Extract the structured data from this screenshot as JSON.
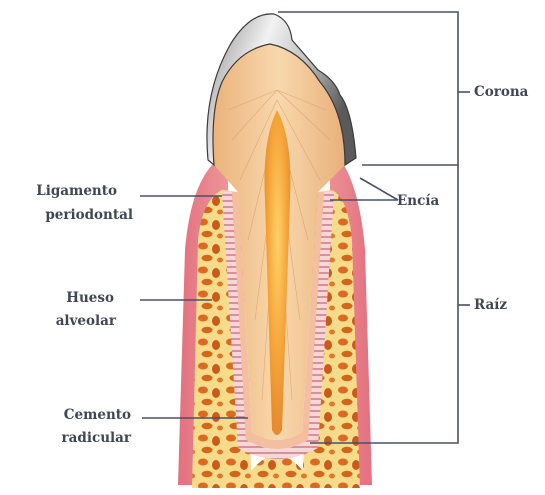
{
  "labels": {
    "corona": "Corona",
    "raiz": "Raíz",
    "encia": "Encía",
    "ligamento_line1": "Ligamento",
    "ligamento_line2": "periodontal",
    "hueso_line1": "Hueso",
    "hueso_line2": "alveolar",
    "cemento_line1": "Cemento",
    "cemento_line2": "radicular"
  },
  "colors": {
    "leader_line": "#4a5068",
    "enamel": "#c9c9c9",
    "gum": "#e48a92",
    "bone": "#f3d07a",
    "dentin": "#f2d0a3",
    "pulp": "#f2a23b"
  }
}
